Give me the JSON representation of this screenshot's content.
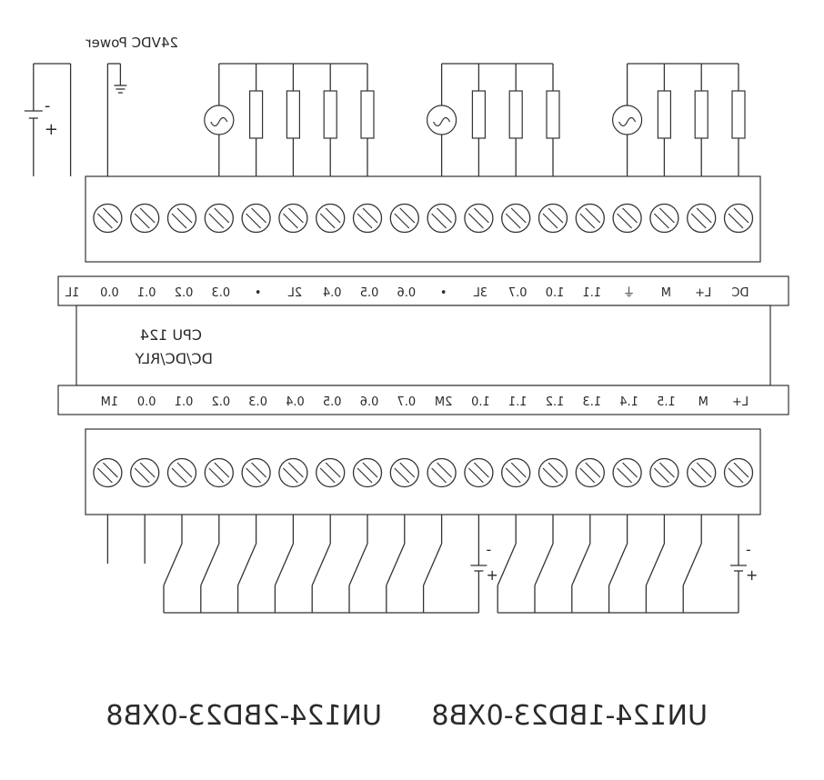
{
  "power_label": "24VDC Power",
  "cpu_label_line1": "CPU 124",
  "cpu_label_line2": "DC/DC/RLY",
  "top_labels": [
    "DC",
    "L+",
    "M",
    "⏚",
    "1.1",
    "1.0",
    "0.7",
    "3L",
    "•",
    "0.6",
    "0.5",
    "0.4",
    "2L",
    "•",
    "0.3",
    "0.2",
    "0.1",
    "0.0",
    "1L"
  ],
  "bottom_labels": [
    "L+",
    "M",
    "1.5",
    "1.4",
    "1.3",
    "1.2",
    "1.1",
    "1.0",
    "2M",
    "0.7",
    "0.6",
    "0.5",
    "0.4",
    "0.3",
    "0.2",
    "0.1",
    "0.0",
    "1M"
  ],
  "model_left": "UN124-2BD23-0XB8",
  "model_right": "UN124-1BD23-0XB8",
  "supply_minus": "-",
  "supply_plus": "+",
  "terminals_per_block": 18,
  "output_groups": [
    {
      "resistors": 3,
      "lamps": 1
    },
    {
      "resistors": 3,
      "lamps": 1
    },
    {
      "resistors": 4,
      "lamps": 1
    }
  ],
  "input_groups": [
    {
      "switches": 6
    },
    {
      "switches": 8
    }
  ],
  "colors": {
    "line": "#333333",
    "text": "#2a2a2a",
    "background": "#ffffff"
  },
  "mirrored": true
}
